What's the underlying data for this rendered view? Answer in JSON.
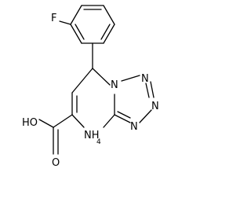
{
  "molecule": {
    "atoms": {
      "fluorine": "F",
      "carboxyl_oh": "HO",
      "carbonyl_o": "O",
      "amine_nh": "NH",
      "amine_nh_subscript": "4",
      "bridge_n": "N",
      "tetrazole_n2": "N",
      "tetrazole_n3": "N",
      "tetrazole_n4": "N"
    },
    "bond_color": "#000000",
    "background": "#ffffff"
  }
}
